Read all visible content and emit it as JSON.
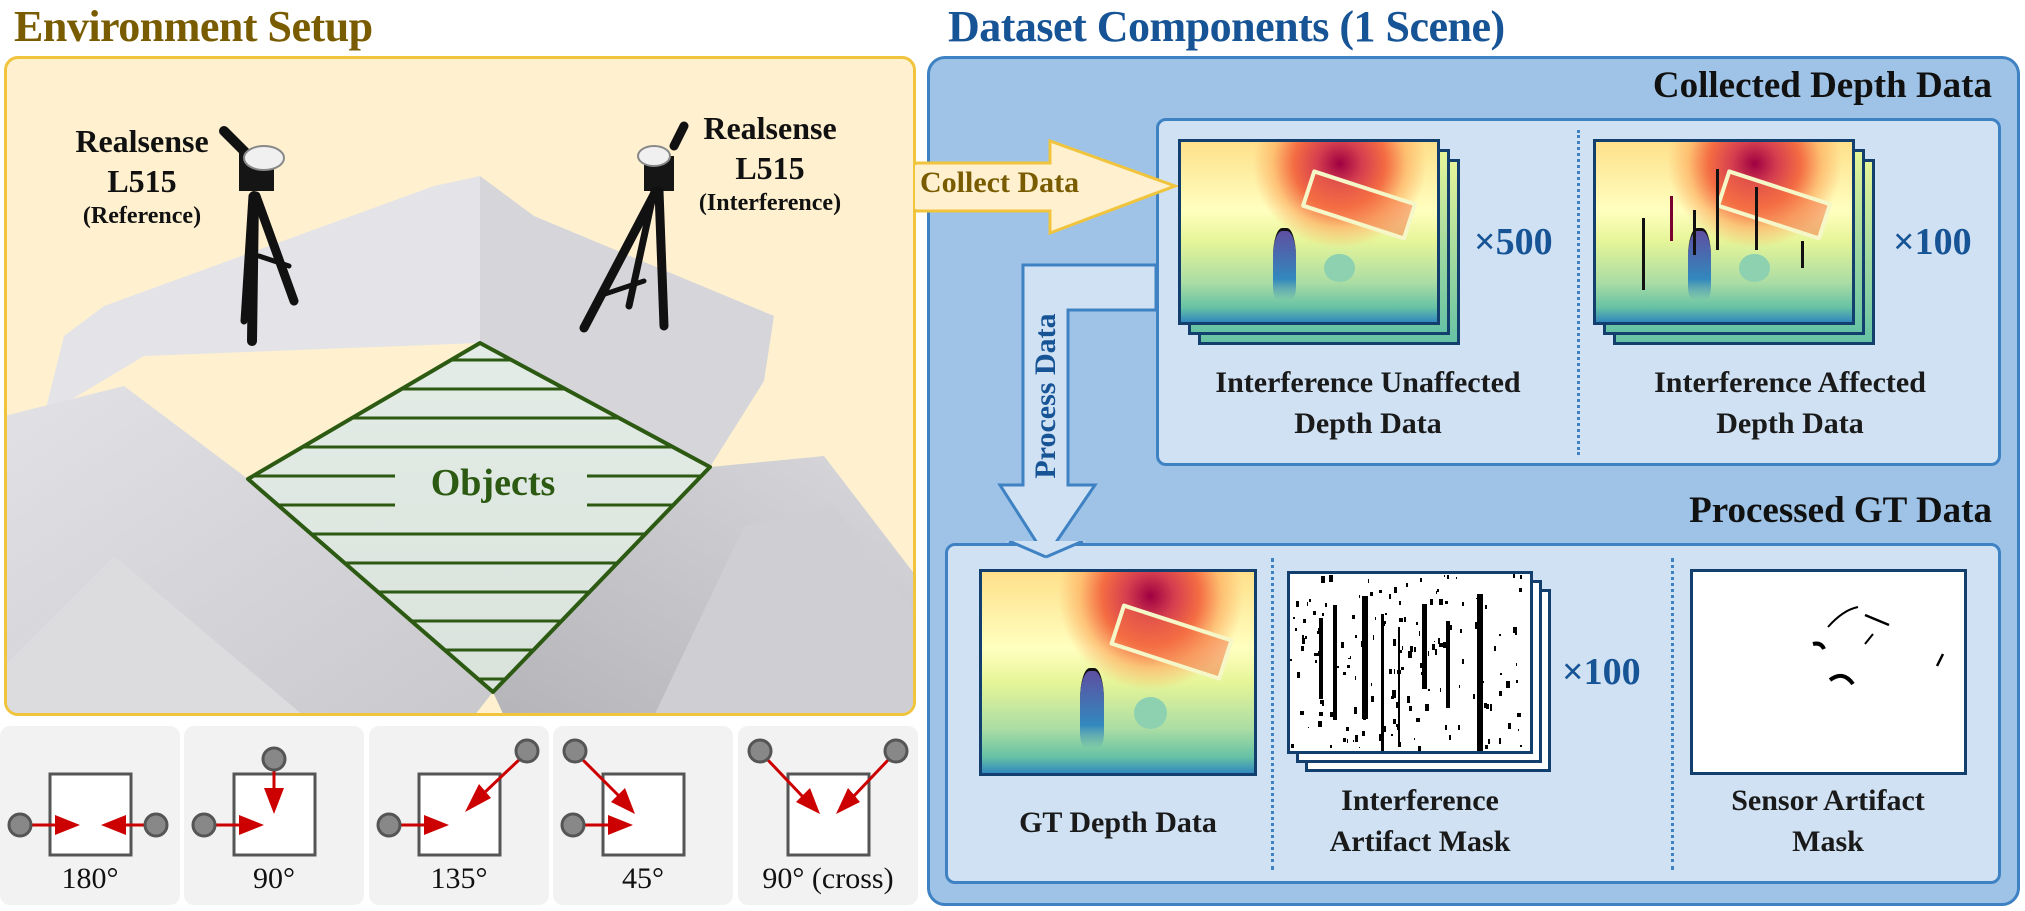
{
  "environment": {
    "title": "Environment Setup",
    "reference_camera": {
      "name_line1": "Realsense",
      "name_line2": "L515",
      "role": "(Reference)"
    },
    "interference_camera": {
      "name_line1": "Realsense",
      "name_line2": "L515",
      "role": "(Interference)"
    },
    "objects_label": "Objects",
    "configurations": [
      {
        "label": "180°",
        "angle": 180
      },
      {
        "label": "90°",
        "angle": 90
      },
      {
        "label": "135°",
        "angle": 135
      },
      {
        "label": "45°",
        "angle": 45
      },
      {
        "label": "90° (cross)",
        "angle": 90
      }
    ]
  },
  "arrows": {
    "collect": "Collect Data",
    "process": "Process Data"
  },
  "dataset": {
    "title": "Dataset Components (1 Scene)",
    "collected": {
      "title": "Collected Depth Data",
      "items": [
        {
          "caption_line1": "Interference Unaffected",
          "caption_line2": "Depth Data",
          "count": "×500"
        },
        {
          "caption_line1": "Interference Affected",
          "caption_line2": "Depth Data",
          "count": "×100"
        }
      ]
    },
    "processed": {
      "title": "Processed GT Data",
      "items": [
        {
          "caption_line1": "GT Depth Data",
          "caption_line2": ""
        },
        {
          "caption_line1": "Interference",
          "caption_line2": "Artifact Mask",
          "count": "×100"
        },
        {
          "caption_line1": "Sensor Artifact",
          "caption_line2": "Mask"
        }
      ]
    }
  },
  "colors": {
    "environment_accent": "#7a5c00",
    "environment_bg": "#fff1cf",
    "environment_border": "#f0c43c",
    "dataset_accent": "#175496",
    "dataset_bg": "#9ec3e6",
    "dataset_border": "#3f82c4",
    "objects_green": "#2d5a12",
    "arrow_red": "#cc0000"
  }
}
